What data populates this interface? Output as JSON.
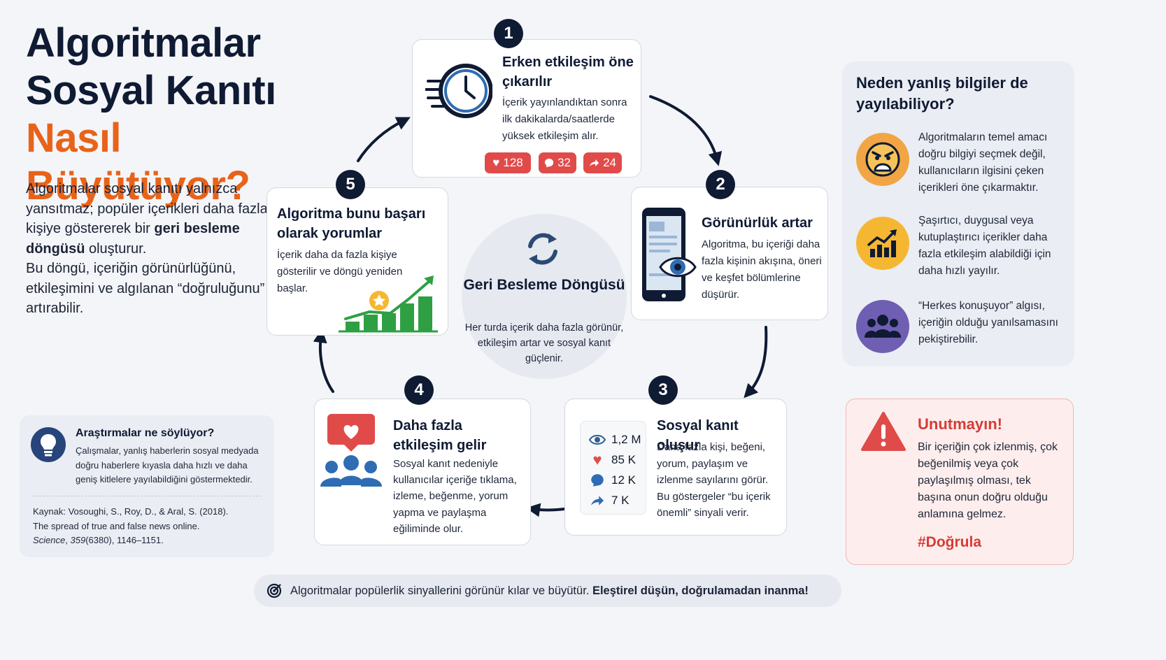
{
  "title": {
    "line1": "Algoritmalar",
    "line2": "Sosyal Kanıtı",
    "line3": "Nasıl Büyütüyor?"
  },
  "intro": {
    "p1_a": "Algoritmalar sosyal kanıtı yalnızca yansıtmaz; popüler içerikleri daha fazla kişiye göstererek bir ",
    "p1_b": "geri besleme döngüsü",
    "p1_c": " oluşturur.",
    "p2": "Bu döngü, içeriğin görünürlüğünü, etkileşimini ve algılanan “doğruluğunu” artırabilir."
  },
  "steps": [
    {
      "num": "1",
      "title": "Erken etkileşim öne çıkarılır",
      "text": "İçerik yayınlandıktan sonra ilk dakikalarda/saatlerde yüksek etkileşim alır.",
      "likes": "128",
      "comments": "32",
      "shares": "24"
    },
    {
      "num": "2",
      "title": "Görünürlük artar",
      "text": "Algoritma, bu içeriği daha fazla kişinin akışına, öneri ve keşfet bölümlerine düşürür."
    },
    {
      "num": "3",
      "title": "Sosyal kanıt oluşur",
      "text": "Daha fazla kişi, beğeni, yorum, paylaşım ve izlenme sayılarını görür. Bu göstergeler “bu içerik önemli” sinyali verir.",
      "stats": {
        "views": "1,2 M",
        "likes": "85 K",
        "comments": "12 K",
        "shares": "7 K"
      }
    },
    {
      "num": "4",
      "title": "Daha fazla etkileşim gelir",
      "text": "Sosyal kanıt nedeniyle kullanıcılar içeriğe tıklama, izleme, beğenme, yorum yapma ve paylaşma eğiliminde olur."
    },
    {
      "num": "5",
      "title": "Algoritma bunu başarı olarak yorumlar",
      "text": "İçerik daha da fazla kişiye gösterilir ve döngü yeniden başlar."
    }
  ],
  "center": {
    "title": "Geri Besleme Döngüsü",
    "text": "Her turda içerik daha fazla görünür, etkileşim artar ve sosyal kanıt güçlenir."
  },
  "why": {
    "title": "Neden yanlış bilgiler de yayılabiliyor?",
    "items": [
      {
        "icon": "angry-face-icon",
        "text": "Algoritmaların temel amacı doğru bilgiyi seçmek değil, kullanıcıların ilgisini çeken içerikleri öne çıkarmaktır."
      },
      {
        "icon": "trend-chart-icon",
        "text": "Şaşırtıcı, duygusal veya kutuplaştırıcı içerikler daha fazla etkileşim alabildiği için daha hızlı yayılır."
      },
      {
        "icon": "group-icon",
        "text": "“Herkes konuşuyor” algısı, içeriğin olduğu yanılsamasını pekiştirebilir."
      }
    ]
  },
  "warning": {
    "title": "Unutmayın!",
    "text": "Bir içeriğin çok izlenmiş, çok beğenilmiş veya çok paylaşılmış olması, tek başına onun doğru olduğu anlamına gelmez.",
    "tag": "#Doğrula"
  },
  "research": {
    "title": "Araştırmalar ne söylüyor?",
    "text": "Çalışmalar, yanlış haberlerin sosyal medyada doğru haberlere kıyasla daha hızlı ve daha geniş kitlelere yayılabildiğini göstermektedir.",
    "src1": "Kaynak: Vosoughi, S., Roy, D., & Aral, S. (2018).",
    "src2": "The spread of true and false news online.",
    "src3_journal": "Science",
    "src3_vol": "359",
    "src3_rest": "(6380), 1146–1151."
  },
  "footer": {
    "normal": "Algoritmalar popülerlik sinyallerini görünür kılar ve büyütür. ",
    "bold": "Eleştirel düşün, doğrulamadan inanma!"
  },
  "colors": {
    "navy": "#0f1a33",
    "orange": "#e8631a",
    "red": "#e04b4a",
    "green": "#2ea043",
    "blue": "#2f6cb3"
  }
}
